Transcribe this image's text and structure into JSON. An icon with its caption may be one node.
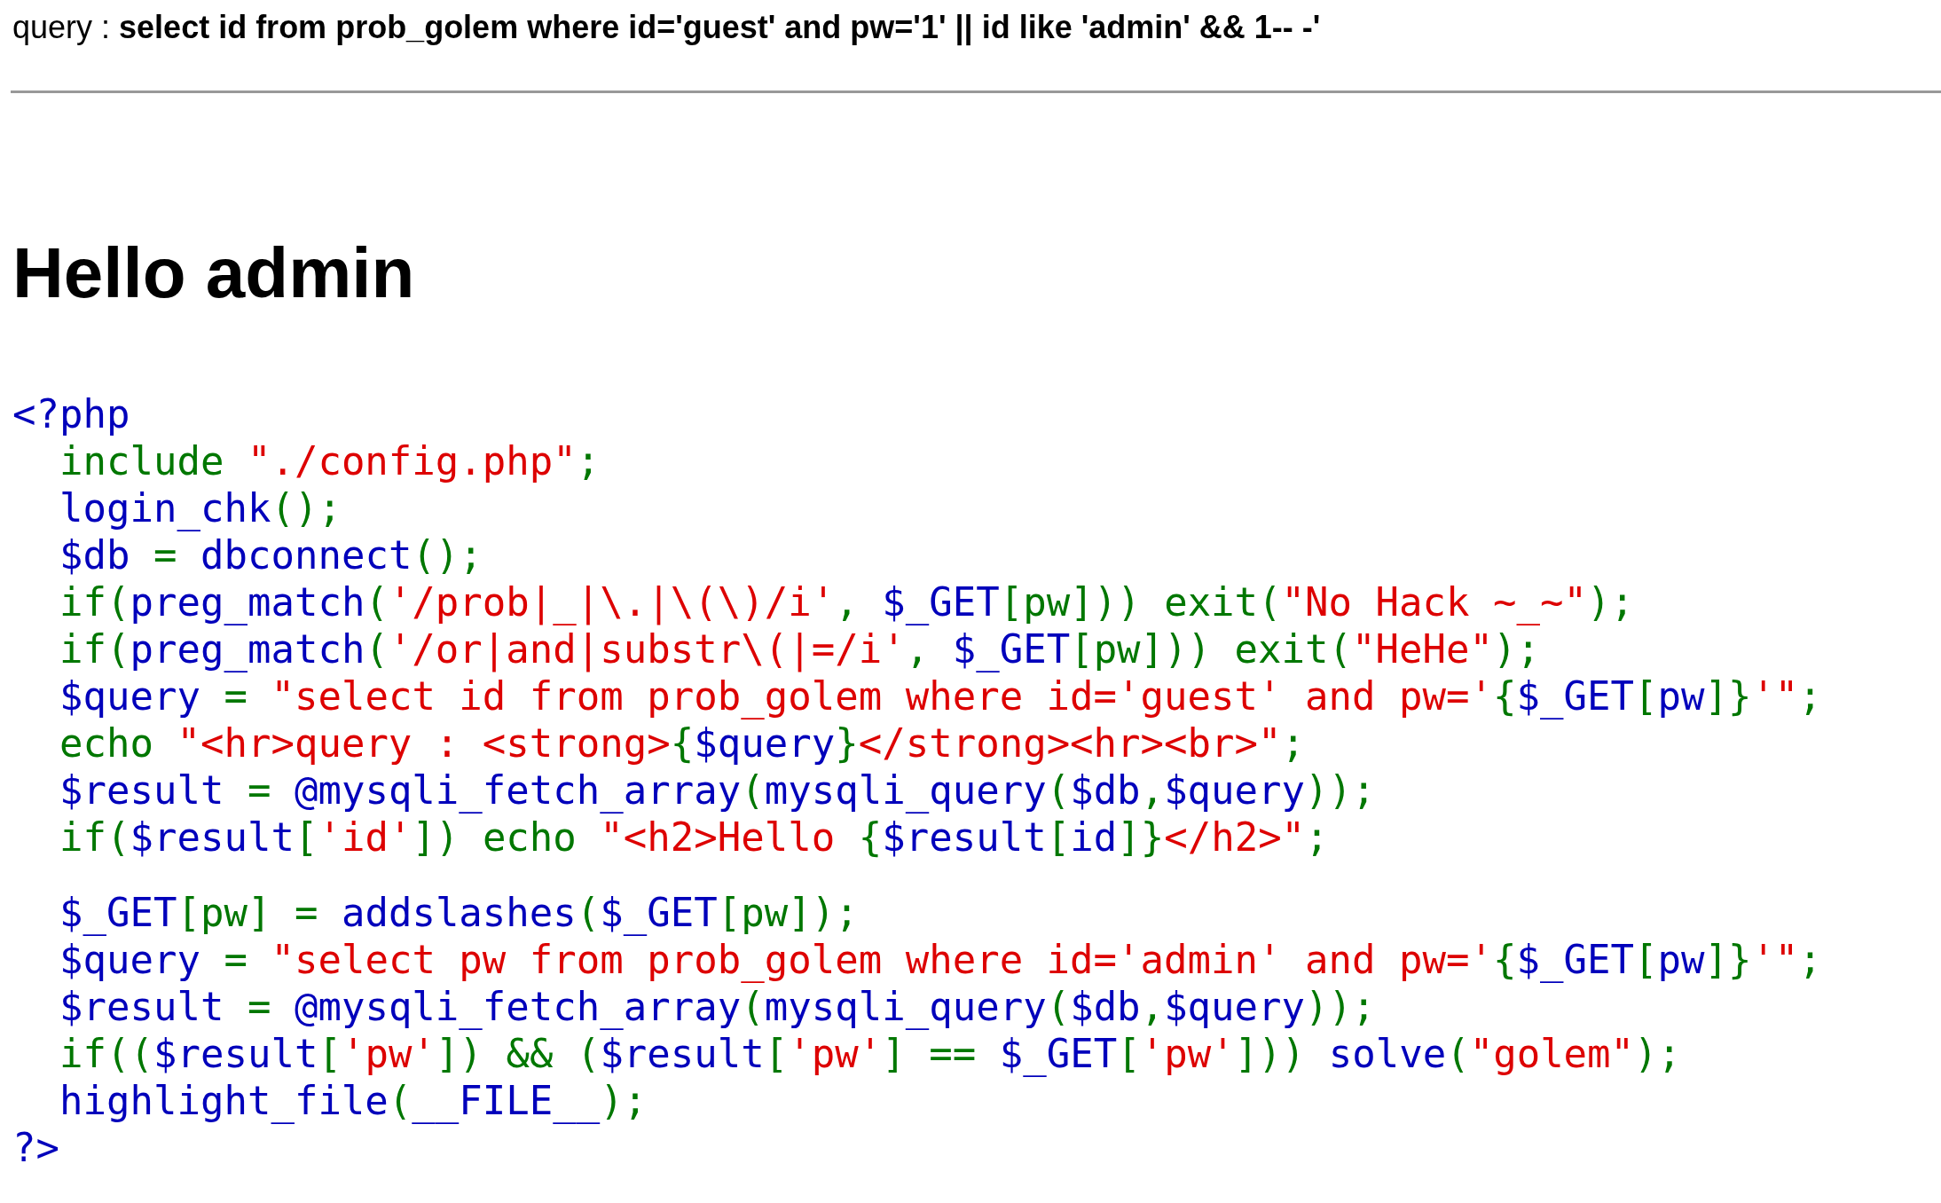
{
  "diagram": {
    "labels": [
      "query : **select id from prob_golem where id='guest' and pw='1' || id like 'admin' && 1-- -'**",
      "Hello admin",
      "<?php",
      "  include \"./config.php\";",
      "  login_chk();",
      "  $db = dbconnect();",
      "  if(preg_match('/prob|_|\\.|\\(\\)/i', $_GET[pw])) exit(\"No Hack ~_~\");",
      "  if(preg_match('/or|and|substr\\(|=/i', $_GET[pw])) exit(\"HeHe\");",
      "  $query = \"select id from prob_golem where id='guest' and pw='{$_GET[pw]}'\";",
      "  echo \"<hr>query : <strong>{$query}</strong><hr><br>\";",
      "  $result = @mysqli_fetch_array(mysqli_query($db,$query));",
      "  if($result['id']) echo \"<h2>Hello {$result[id]}</h2>\";",
      "  $_GET[pw] = addslashes($_GET[pw]);",
      "  $query = \"select pw from prob_golem where id='admin' and pw='{$_GET[pw]}'\";",
      "  $result = @mysqli_fetch_array(mysqli_query($db,$query));",
      "  if(($result['pw']) && ($result['pw'] == $_GET['pw'])) solve(\"golem\");",
      "  highlight_file(__FILE__);",
      "?>"
    ]
  }
}
